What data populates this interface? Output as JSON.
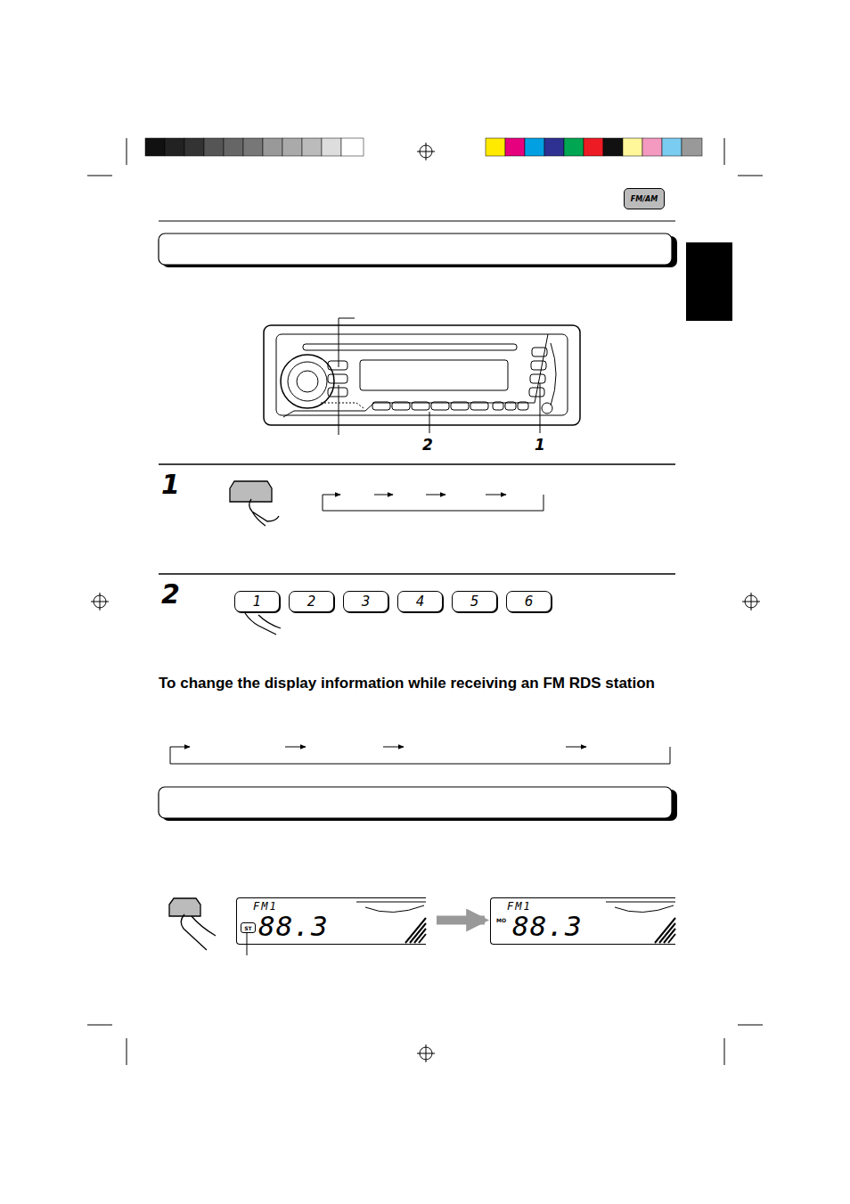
{
  "diagram": {
    "nodes": [
      {
        "text": [
          "FM/AM"
        ]
      },
      {
        "text": [
          "1"
        ]
      },
      {
        "text": [
          "2"
        ]
      },
      {
        "text": [
          "3"
        ]
      },
      {
        "text": [
          "4"
        ]
      },
      {
        "text": [
          "5"
        ]
      },
      {
        "text": [
          "6"
        ]
      },
      {
        "text": [
          "FM1",
          "88.3"
        ]
      },
      {
        "text": [
          "ST"
        ],
        "in": 7
      },
      {
        "text": [
          "FM1",
          "88.3"
        ]
      }
    ],
    "edges": [
      {
        "from": 7,
        "to": 9,
        "arrow": "to"
      }
    ],
    "labels": [
      "2",
      "1",
      "1",
      "2",
      "To change the display information while receiving an FM RDS station",
      "MO"
    ]
  }
}
